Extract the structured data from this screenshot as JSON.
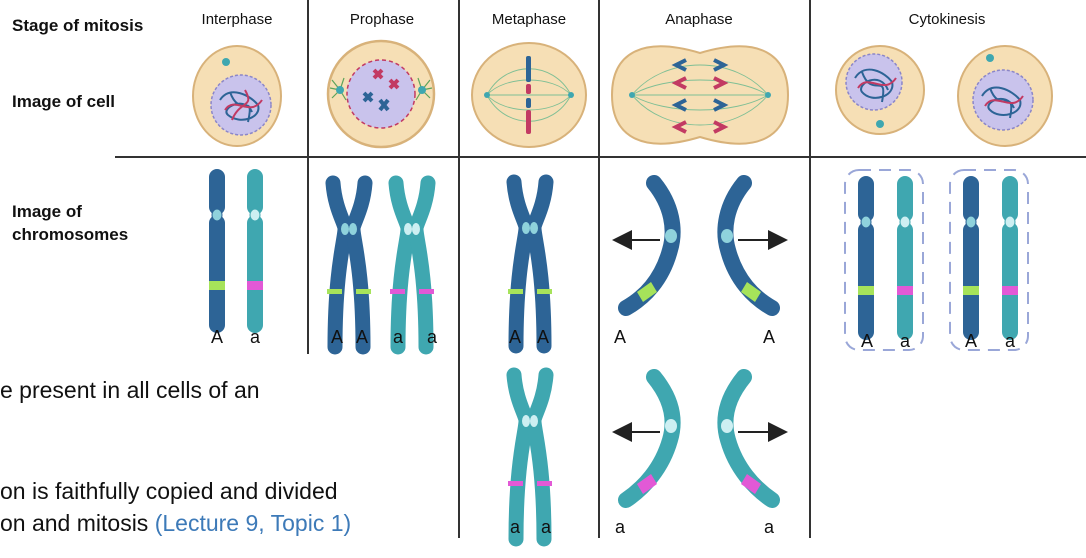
{
  "row_labels": {
    "stage": "Stage of mitosis",
    "cell": "Image of cell",
    "chromosomes_line1": "Image of",
    "chromosomes_line2": "chromosomes"
  },
  "stages": [
    "Interphase",
    "Prophase",
    "Metaphase",
    "Anaphase",
    "Cytokinesis"
  ],
  "alleles": {
    "interphase": [
      "A",
      "a"
    ],
    "prophase": [
      "A",
      "A",
      "a",
      "a"
    ],
    "metaphase_top": [
      "A",
      "A"
    ],
    "metaphase_bottom": [
      "a",
      "a"
    ],
    "anaphase_top": [
      "A",
      "A"
    ],
    "anaphase_bottom": [
      "a",
      "a"
    ],
    "cytokinesis": [
      "A",
      "a",
      "A",
      "a"
    ]
  },
  "body_text": {
    "line1": "e present in all cells of an",
    "line2": "on is faithfully copied and divided",
    "line3_prefix": "on and mitosis ",
    "line3_ref": "(Lecture 9, Topic 1)"
  },
  "colors": {
    "dark_chromosome": "#2d6496",
    "light_chromosome": "#3fa7b0",
    "allele_A": "#a6e35a",
    "allele_a": "#e259d6",
    "cell_fill": "#f6dfb5",
    "cell_stroke": "#d8b27a",
    "nucleus_fill": "#c9c3ec",
    "grid_line": "#333333",
    "reference_link": "#3d7ab8"
  }
}
